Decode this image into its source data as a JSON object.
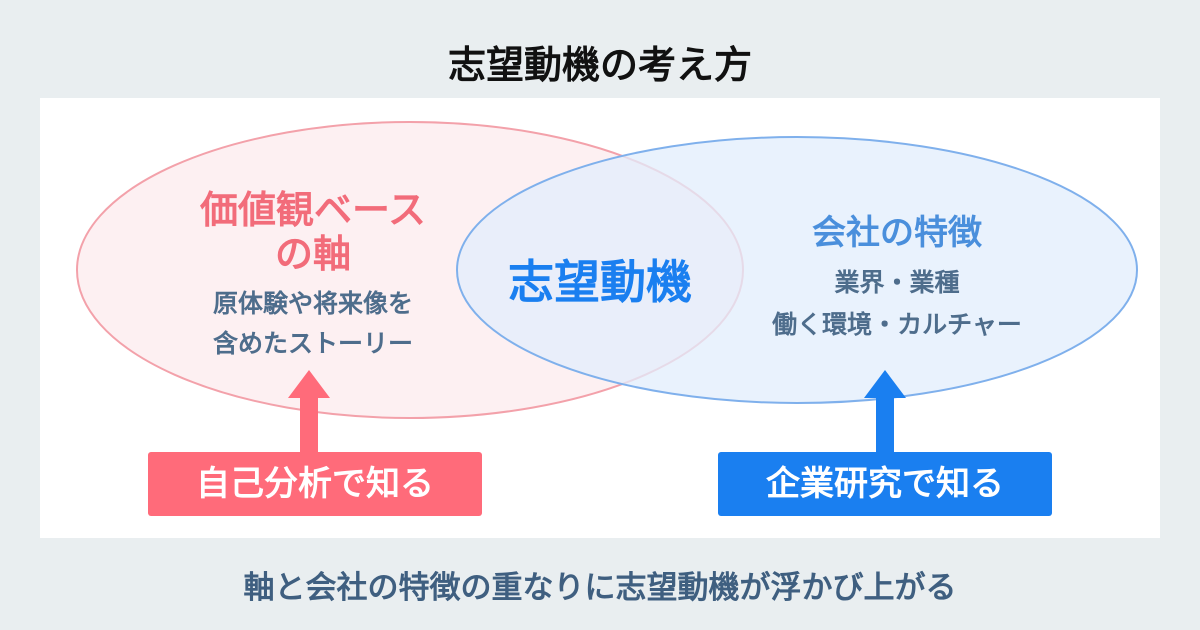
{
  "title": "志望動機の考え方",
  "left_circle": {
    "heading_line1": "価値観ベース",
    "heading_line2": "の軸",
    "desc_line1": "原体験や将来像を",
    "desc_line2": "含めたストーリー"
  },
  "center_label": "志望動機",
  "right_circle": {
    "heading": "会社の特徴",
    "desc_line1": "業界・業種",
    "desc_line2": "働く環境・カルチャー"
  },
  "left_box": "自己分析で知る",
  "right_box": "企業研究で知る",
  "footer": "軸と会社の特徴の重なりに志望動機が浮かび上がる",
  "colors": {
    "pink": "#ff6b7a",
    "blue": "#1a7ff0",
    "background": "#e9eef0"
  }
}
